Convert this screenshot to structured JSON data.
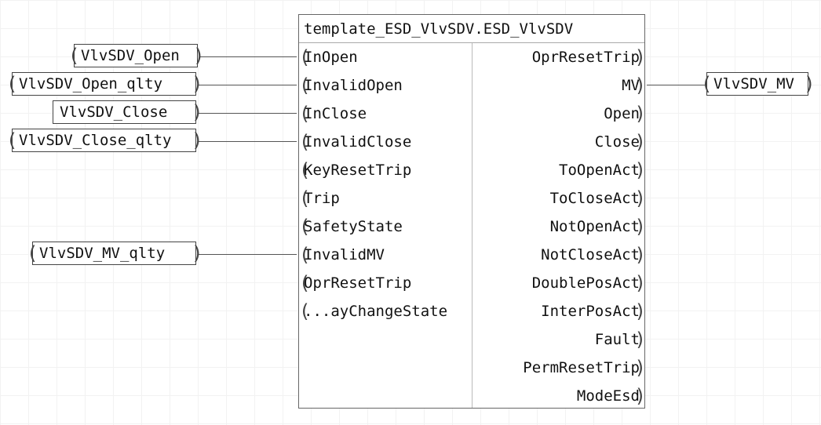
{
  "function_block": {
    "title": "template_ESD_VlvSDV.ESD_VlvSDV",
    "inputs": [
      "InOpen",
      "InvalidOpen",
      "InClose",
      "InvalidClose",
      "KeyResetTrip",
      "Trip",
      "SafetyState",
      "InvalidMV",
      "OprResetTrip",
      "...ayChangeState"
    ],
    "outputs": [
      "OprResetTrip",
      "MV",
      "Open",
      "Close",
      "ToOpenAct",
      "ToCloseAct",
      "NotOpenAct",
      "NotCloseAct",
      "DoublePosAct",
      "InterPosAct",
      "Fault",
      "PermResetTrip",
      "ModeEsd"
    ]
  },
  "input_variables": [
    {
      "label": "VlvSDV_Open",
      "pin_index": 0
    },
    {
      "label": "VlvSDV_Open_qlty",
      "pin_index": 1
    },
    {
      "label": "VlvSDV_Close",
      "pin_index": 2
    },
    {
      "label": "VlvSDV_Close_qlty",
      "pin_index": 3
    },
    {
      "label": "VlvSDV_MV_qlty",
      "pin_index": 7
    }
  ],
  "output_variables": [
    {
      "label": "VlvSDV_MV",
      "pin_index": 1
    }
  ]
}
